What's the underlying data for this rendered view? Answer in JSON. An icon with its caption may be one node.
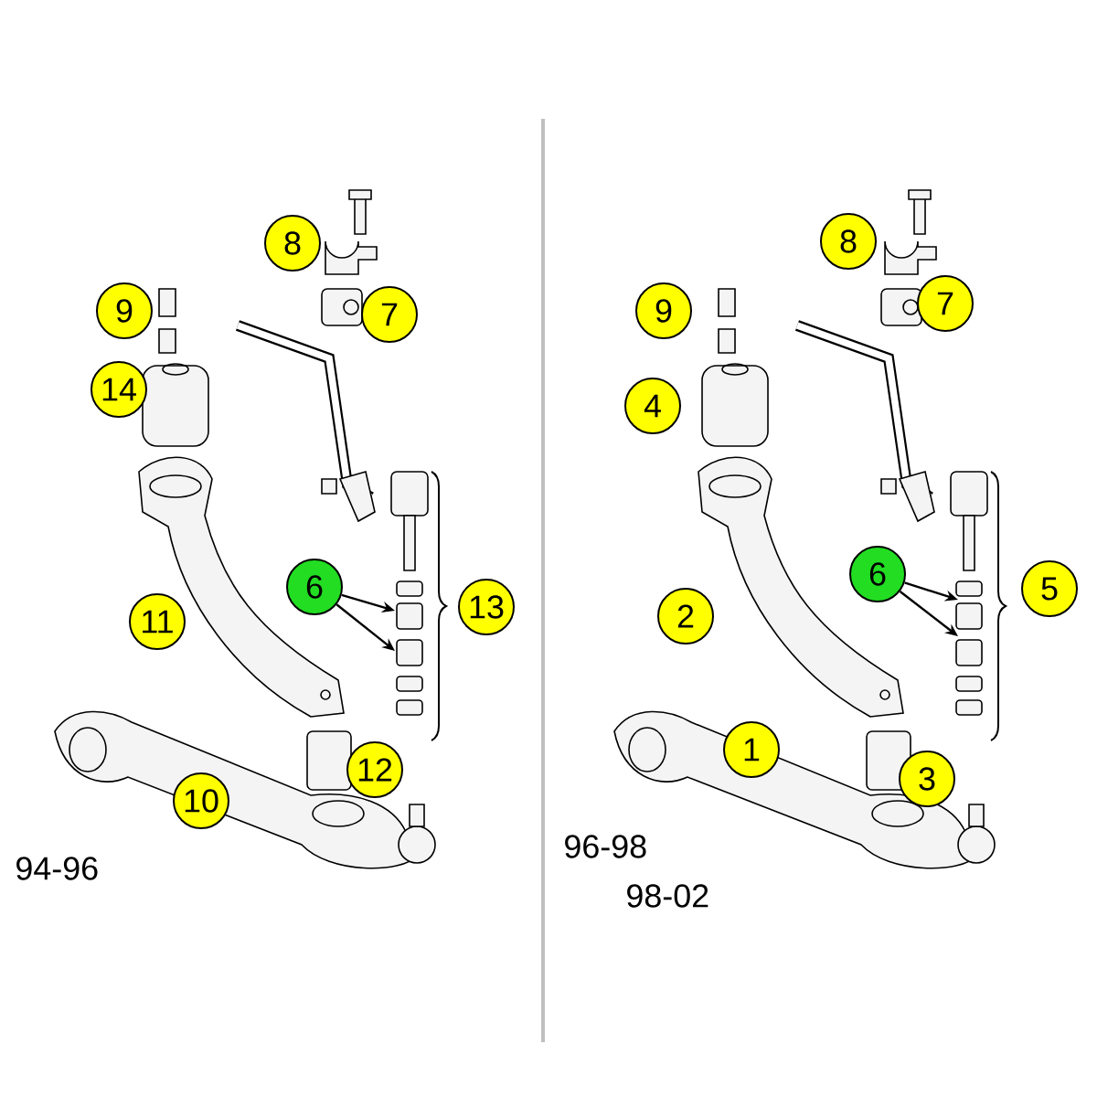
{
  "diagram": {
    "nodes": [
      {
        "text": [
          "8"
        ]
      },
      {
        "text": [
          "9"
        ]
      },
      {
        "text": [
          "7"
        ]
      },
      {
        "text": [
          "14"
        ]
      },
      {
        "text": [
          "6"
        ]
      },
      {
        "text": [
          "13"
        ]
      },
      {
        "text": [
          "11"
        ]
      },
      {
        "text": [
          "12"
        ]
      },
      {
        "text": [
          "10"
        ]
      },
      {
        "text": [
          "8"
        ]
      },
      {
        "text": [
          "9"
        ]
      },
      {
        "text": [
          "7"
        ]
      },
      {
        "text": [
          "4"
        ]
      },
      {
        "text": [
          "6"
        ]
      },
      {
        "text": [
          "5"
        ]
      },
      {
        "text": [
          "2"
        ]
      },
      {
        "text": [
          "1"
        ]
      },
      {
        "text": [
          "3"
        ]
      }
    ],
    "edges": [
      {
        "from": 4,
        "to": null,
        "arrow": "to"
      },
      {
        "from": 4,
        "to": null,
        "arrow": "to"
      },
      {
        "from": 13,
        "to": null,
        "arrow": "to"
      },
      {
        "from": 13,
        "to": null,
        "arrow": "to"
      }
    ],
    "labels": [
      "94-96",
      "96-98",
      "98-02"
    ]
  }
}
